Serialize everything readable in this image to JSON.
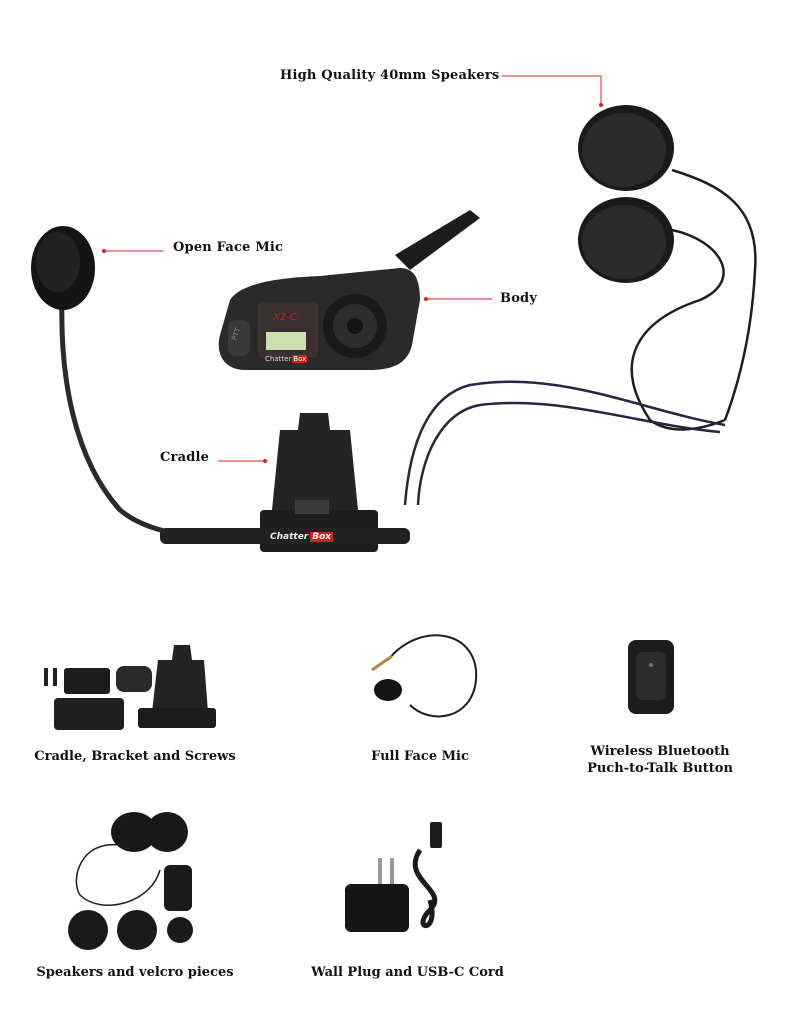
{
  "callouts": {
    "speakers": "High Quality 40mm Speakers",
    "mic": "Open Face Mic",
    "body": "Body",
    "cradle": "Cradle"
  },
  "brand": {
    "logo_text": "Chatter",
    "logo_badge": "Box",
    "model": "X2-C",
    "ptt": "PTT",
    "accent_color": "#d42020"
  },
  "accessories": {
    "cradle_bracket": "Cradle, Bracket and Screws",
    "full_face_mic": "Full Face Mic",
    "ptt_button_line1": "Wireless Bluetooth",
    "ptt_button_line2": "Puch-to-Talk Button",
    "speakers_velcro": "Speakers and velcro pieces",
    "wall_plug": "Wall Plug and USB-C Cord"
  }
}
